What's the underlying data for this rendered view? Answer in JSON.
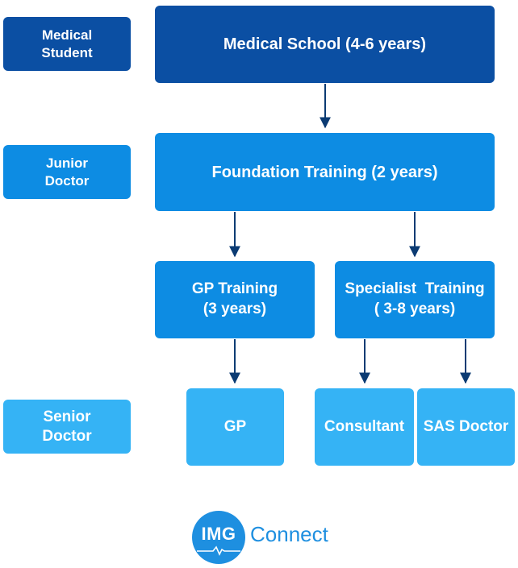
{
  "levels": {
    "medical_student": [
      "Medical",
      "Student"
    ],
    "junior_doctor": [
      "Junior",
      "Doctor"
    ],
    "senior_doctor": [
      "Senior",
      "Doctor"
    ]
  },
  "stages": {
    "medical_school": "Medical School (4-6 years)",
    "foundation": "Foundation Training (2 years)",
    "gp_training": [
      "GP Training",
      "(3 years)"
    ],
    "specialist_training": [
      "Specialist  Training",
      "( 3-8 years)"
    ]
  },
  "outcomes": {
    "gp": "GP",
    "consultant": "Consultant",
    "sas": "SAS Doctor"
  },
  "logo": {
    "mark": "IMG",
    "word": "Connect"
  },
  "colors": {
    "dark_blue": "#0b4fa3",
    "mid_blue": "#0d8ce3",
    "light_blue": "#35b3f5",
    "arrow": "#0b3b73",
    "logo_blue": "#1e8fe0"
  }
}
